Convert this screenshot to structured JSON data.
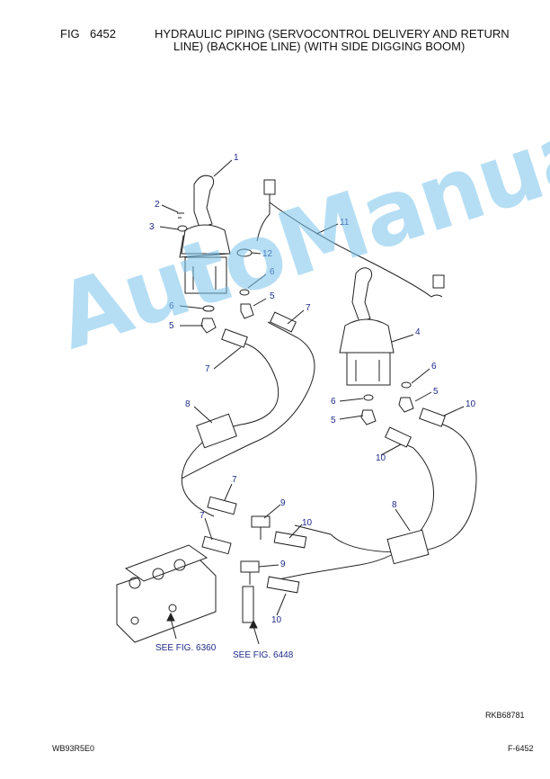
{
  "header": {
    "fig_label": "FIG",
    "fig_number": "6452",
    "title_line1": "HYDRAULIC PIPING (SERVOCONTROL DELIVERY AND RETURN",
    "title_line2": "LINE) (BACKHOE LINE) (WITH SIDE DIGGING BOOM)"
  },
  "callouts": [
    "1",
    "2",
    "3",
    "4",
    "5",
    "6",
    "7",
    "8",
    "9",
    "10",
    "11",
    "12"
  ],
  "references": {
    "see_fig_6360": "SEE FIG. 6360",
    "see_fig_6448": "SEE FIG. 6448"
  },
  "drawing_code": "RKB68781",
  "footer": {
    "model": "WB93R5E0",
    "page": "F-6452"
  },
  "watermark": "AutoManual",
  "colors": {
    "callout_text": "#1e2a8a",
    "watermark": "#78c3eb",
    "line_art": "#222222"
  }
}
